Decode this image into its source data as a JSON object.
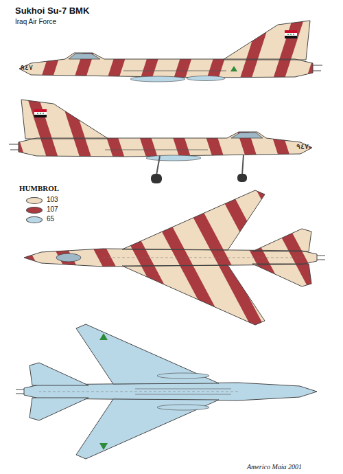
{
  "diagram": {
    "title": "Sukhoi Su-7 BMK",
    "labels": [
      "Iraq Air Force",
      "٩٤٧",
      "٩٤٧",
      "HUMBROL",
      "Americo Maia 2001"
    ],
    "legend": [
      {
        "text": "103",
        "color": "#f0dcc0"
      },
      {
        "text": "107",
        "color": "#a83a40"
      },
      {
        "text": "65",
        "color": "#b8d8e8"
      }
    ]
  }
}
